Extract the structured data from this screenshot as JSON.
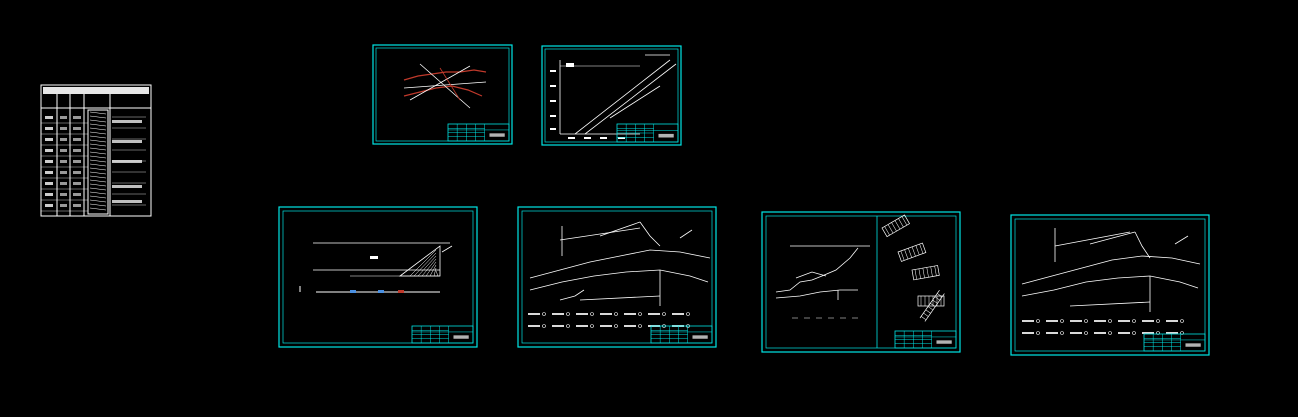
{
  "canvas": {
    "background_color": "#000000",
    "frame_color": "#00e5e5",
    "line_color": "#ffffff",
    "accent_color": "#c0392b"
  },
  "sheets": [
    {
      "id": "legend-table",
      "kind": "stratigraphic-column",
      "has_title_block": false
    },
    {
      "id": "section-plan-a",
      "kind": "cross-section-with-red-markings",
      "has_title_block": true
    },
    {
      "id": "profile-chart",
      "kind": "longitudinal-profile",
      "has_title_block": true
    },
    {
      "id": "level-plan",
      "kind": "level-plan",
      "has_title_block": true
    },
    {
      "id": "roadway-network-1",
      "kind": "roadway-layout",
      "has_title_block": true
    },
    {
      "id": "roadway-network-2",
      "kind": "roadway-layout-with-details",
      "has_title_block": true
    },
    {
      "id": "roadway-network-3",
      "kind": "roadway-layout",
      "has_title_block": true
    }
  ]
}
